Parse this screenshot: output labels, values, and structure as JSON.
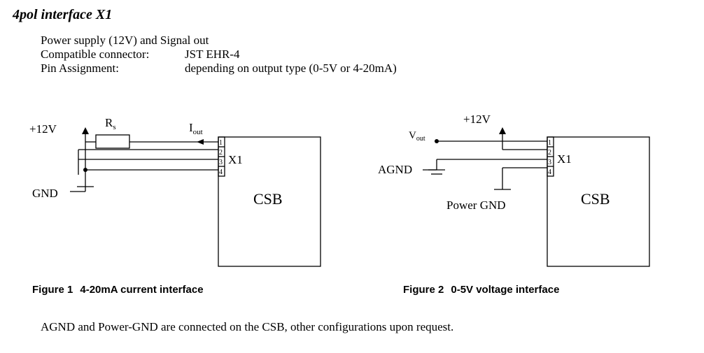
{
  "heading": "4pol interface X1",
  "specs": {
    "line1": "Power supply (12V) and Signal out",
    "connector_label": "Compatible connector:",
    "connector_value": "JST EHR-4",
    "pins_label": "Pin Assignment:",
    "pins_value": "depending on output type (0-5V or 4-20mA)"
  },
  "figure1": {
    "v12": "+12V",
    "gnd": "GND",
    "rs_main": "R",
    "rs_sub": "s",
    "iout_main": "I",
    "iout_sub": "out",
    "x1": "X1",
    "csb": "CSB",
    "pins": [
      "1",
      "2",
      "3",
      "4"
    ],
    "caption_num": "Figure 1",
    "caption_text": "4-20mA current interface"
  },
  "figure2": {
    "v12": "+12V",
    "vout_main": "V",
    "vout_sub": "out",
    "agnd": "AGND",
    "power_gnd": "Power GND",
    "x1": "X1",
    "csb": "CSB",
    "pins": [
      "1",
      "2",
      "3",
      "4"
    ],
    "caption_num": "Figure 2",
    "caption_text": "0-5V voltage interface"
  },
  "note": "AGND and Power-GND are connected on the CSB, other configurations upon request."
}
